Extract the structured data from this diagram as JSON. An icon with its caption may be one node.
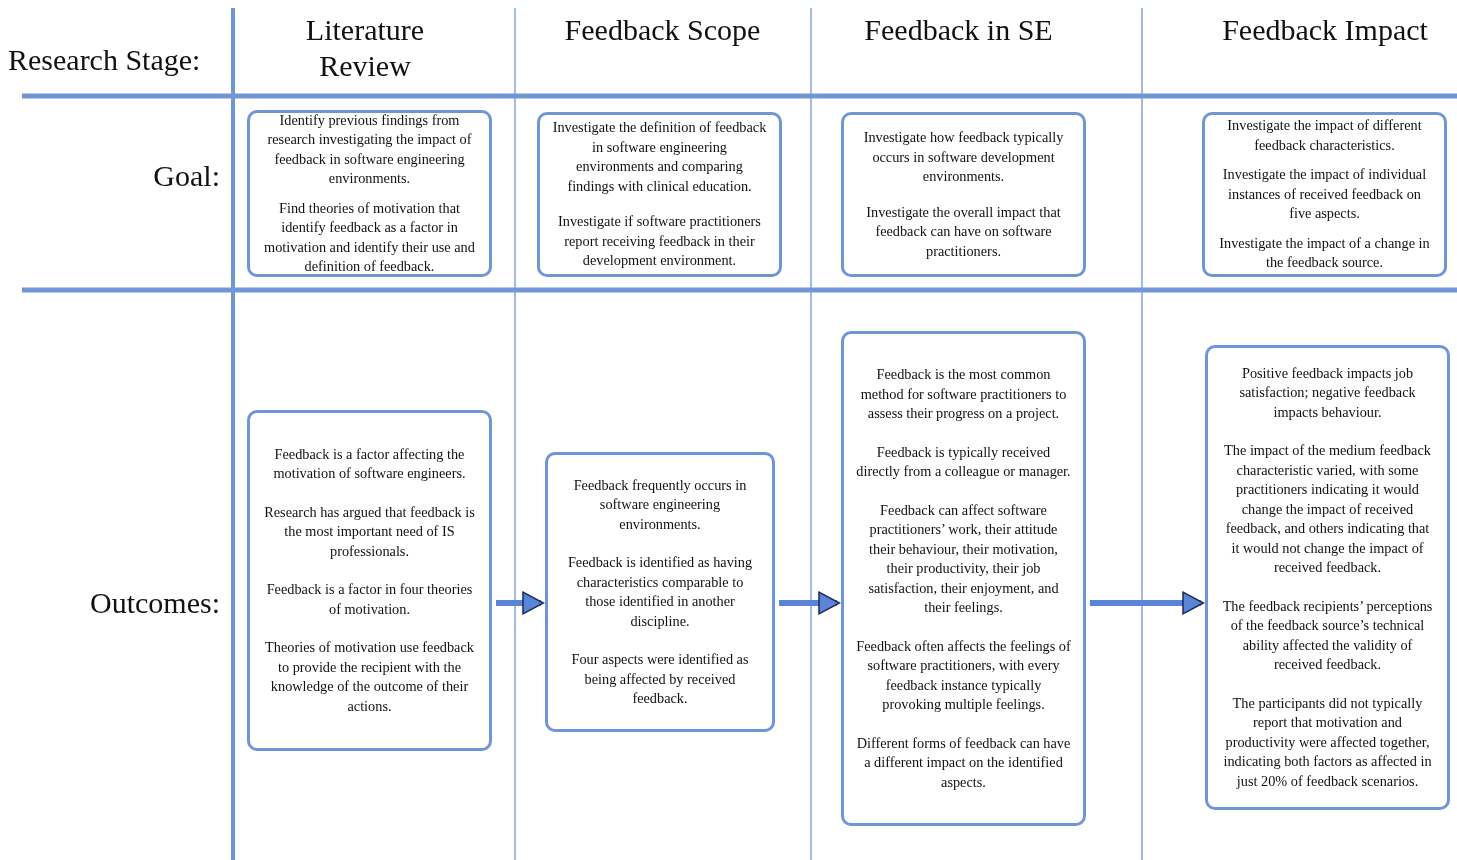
{
  "diagram": {
    "nodes": [
      {
        "text": [
          "Identify previous findings from research investigating the impact of feedback in software engineering environments.",
          "Find theories of motivation that identify feedback as a factor in motivation and identify their use and definition of feedback."
        ]
      },
      {
        "text": [
          "Investigate the definition of feedback in software engineering environments and comparing findings with clinical education.",
          "Investigate if software practitioners report receiving feedback in their development environment."
        ]
      },
      {
        "text": [
          "Investigate how feedback typically occurs in software development environments.",
          "Investigate the overall impact that feedback can have on software practitioners."
        ]
      },
      {
        "text": [
          "Investigate the impact of different feedback characteristics.",
          "Investigate the impact of individual instances of received feedback on five aspects.",
          "Investigate the impact of a change in the feedback source."
        ]
      },
      {
        "text": [
          "Feedback is a factor affecting the motivation of software engineers.",
          "Research has argued that feedback is the most important need of IS professionals.",
          "Feedback is a factor in four theories of motivation.",
          "Theories of motivation use feedback to provide the recipient with the knowledge of the outcome of their actions."
        ]
      },
      {
        "text": [
          "Feedback frequently occurs in software engineering environments.",
          "Feedback is identified as having characteristics comparable to those identified in another discipline.",
          "Four aspects were identified as being affected by received feedback."
        ]
      },
      {
        "text": [
          "Feedback is the most common method for software practitioners to assess their progress on a project.",
          "Feedback is typically received directly from a colleague or manager.",
          "Feedback can affect software practitioners’ work, their attitude their behaviour, their motivation, their productivity, their job satisfaction, their enjoyment, and their feelings.",
          "Feedback often affects the feelings of software practitioners, with every feedback instance typically provoking multiple feelings.",
          "Different forms of feedback can have a different impact on the identified aspects."
        ]
      },
      {
        "text": [
          "Positive feedback impacts job satisfaction; negative feedback impacts behaviour.",
          "The impact of the medium feedback characteristic varied, with some practitioners indicating it would change the impact of received feedback, and others indicating that it would not change the impact of received feedback.",
          "The feedback recipients’ perceptions of the feedback source’s technical ability affected the validity of received feedback.",
          "The participants did not typically report that motivation and productivity were affected together, indicating both factors as affected in just 20% of feedback scenarios."
        ]
      }
    ],
    "edges": [
      {
        "from": 4,
        "to": 5,
        "arrow": "to"
      },
      {
        "from": 5,
        "to": 6,
        "arrow": "to"
      },
      {
        "from": 6,
        "to": 7,
        "arrow": "to"
      }
    ],
    "labels": [
      "Research Stage:",
      "Literature Review",
      "Feedback Scope",
      "Feedback in SE",
      "Feedback Impact",
      "Goal:",
      "Outcomes:"
    ]
  }
}
